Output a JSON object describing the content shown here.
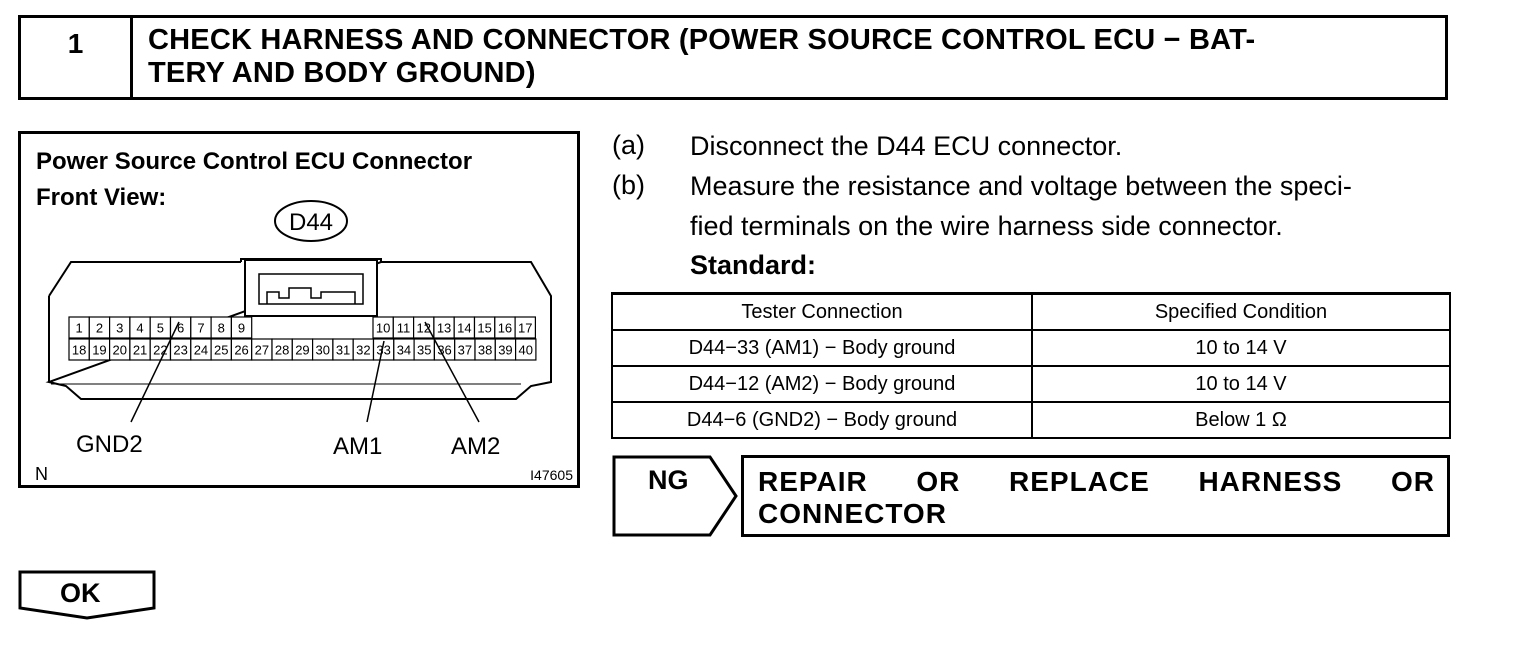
{
  "header": {
    "step_number": "1",
    "title": "CHECK HARNESS AND CONNECTOR (POWER SOURCE CONTROL ECU − BAT-TERY AND BODY GROUND)",
    "title_line1": "CHECK HARNESS AND CONNECTOR (POWER SOURCE CONTROL ECU − BAT-",
    "title_line2": "TERY AND BODY GROUND)"
  },
  "figure": {
    "title": "Power Source Control ECU Connector",
    "view": "Front View:",
    "connector_code": "D44",
    "top_row_left_pins": [
      "1",
      "2",
      "3",
      "4",
      "5",
      "6",
      "7",
      "8",
      "9"
    ],
    "top_row_right_pins": [
      "10",
      "11",
      "12",
      "13",
      "14",
      "15",
      "16",
      "17"
    ],
    "bottom_row_pins": [
      "18",
      "19",
      "20",
      "21",
      "22",
      "23",
      "24",
      "25",
      "26",
      "27",
      "28",
      "29",
      "30",
      "31",
      "32",
      "33",
      "34",
      "35",
      "36",
      "37",
      "38",
      "39",
      "40"
    ],
    "labels": {
      "gnd2": "GND2",
      "am1": "AM1",
      "am2": "AM2"
    },
    "corner_mark": "N",
    "figure_id": "I47605"
  },
  "steps": [
    {
      "letter": "(a)",
      "text": "Disconnect the D44 ECU connector."
    },
    {
      "letter": "(b)",
      "text_line1": "Measure the resistance and voltage between the speci-",
      "text_line2": "fied terminals on the wire harness side connector."
    }
  ],
  "standard_label": "Standard:",
  "table": {
    "headers": [
      "Tester Connection",
      "Specified Condition"
    ],
    "rows": [
      {
        "connection": "D44−33 (AM1) − Body ground",
        "condition": "10 to 14 V"
      },
      {
        "connection": "D44−12 (AM2) − Body ground",
        "condition": "10 to 14 V"
      },
      {
        "connection": "D44−6 (GND2) − Body ground",
        "condition": "Below 1 Ω"
      }
    ]
  },
  "ng": {
    "label": "NG",
    "line1_words": [
      "REPAIR",
      "OR",
      "REPLACE",
      "HARNESS",
      "OR"
    ],
    "line2": "CONNECTOR"
  },
  "ok": {
    "label": "OK"
  }
}
